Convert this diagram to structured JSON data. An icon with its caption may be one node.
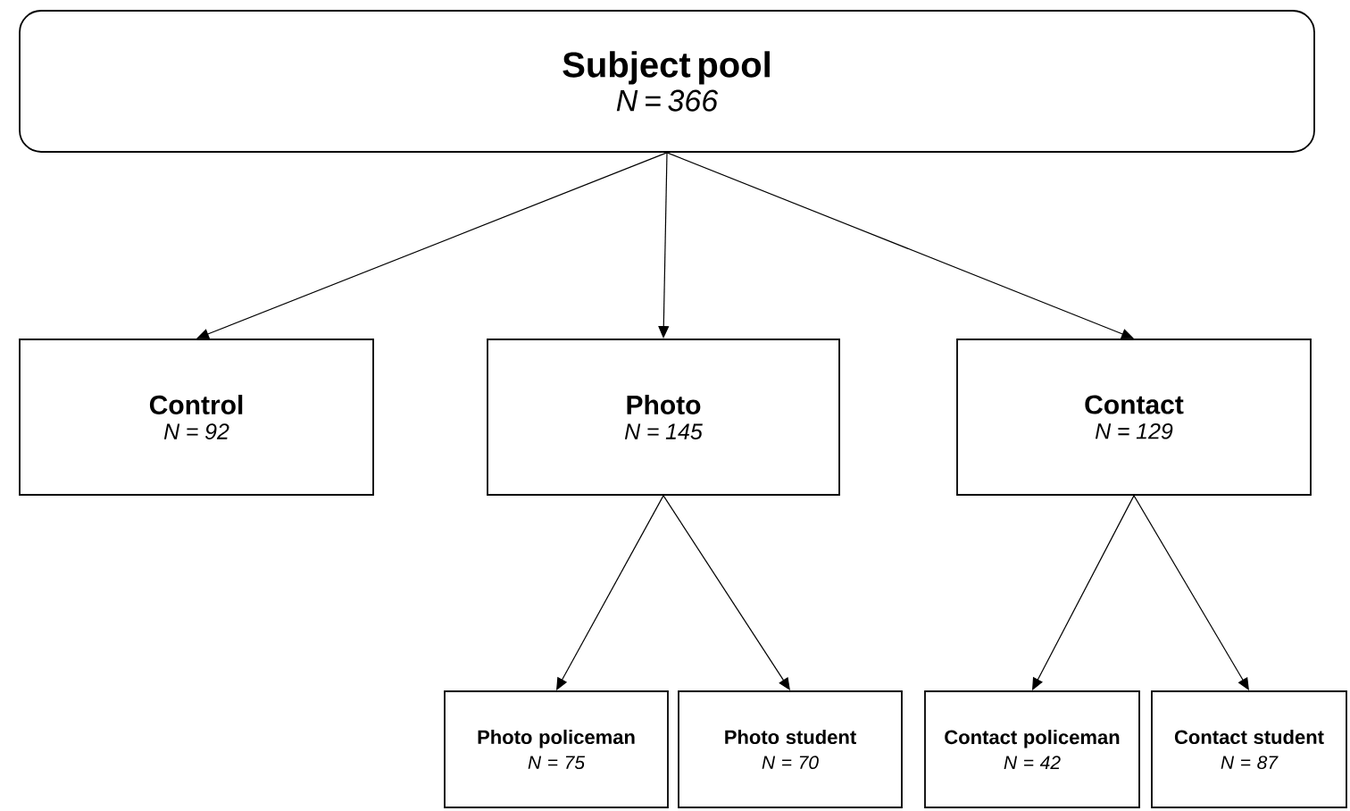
{
  "diagram": {
    "nodes": [
      {
        "text": [
          "Subject pool",
          "N = 366"
        ]
      },
      {
        "text": [
          "Control",
          "N = 92"
        ]
      },
      {
        "text": [
          "Photo",
          "N = 145"
        ]
      },
      {
        "text": [
          "Contact",
          "N = 129"
        ]
      },
      {
        "text": [
          "Photo policeman",
          "N = 75"
        ]
      },
      {
        "text": [
          "Photo student",
          "N = 70"
        ]
      },
      {
        "text": [
          "Contact policeman",
          "N = 42"
        ]
      },
      {
        "text": [
          "Contact student",
          "N = 87"
        ]
      }
    ],
    "edges": [
      {
        "from": 0,
        "to": 1,
        "arrow": "to"
      },
      {
        "from": 0,
        "to": 2,
        "arrow": "to"
      },
      {
        "from": 0,
        "to": 3,
        "arrow": "to"
      },
      {
        "from": 2,
        "to": 4,
        "arrow": "to"
      },
      {
        "from": 2,
        "to": 5,
        "arrow": "to"
      },
      {
        "from": 3,
        "to": 6,
        "arrow": "to"
      },
      {
        "from": 3,
        "to": 7,
        "arrow": "to"
      }
    ]
  }
}
